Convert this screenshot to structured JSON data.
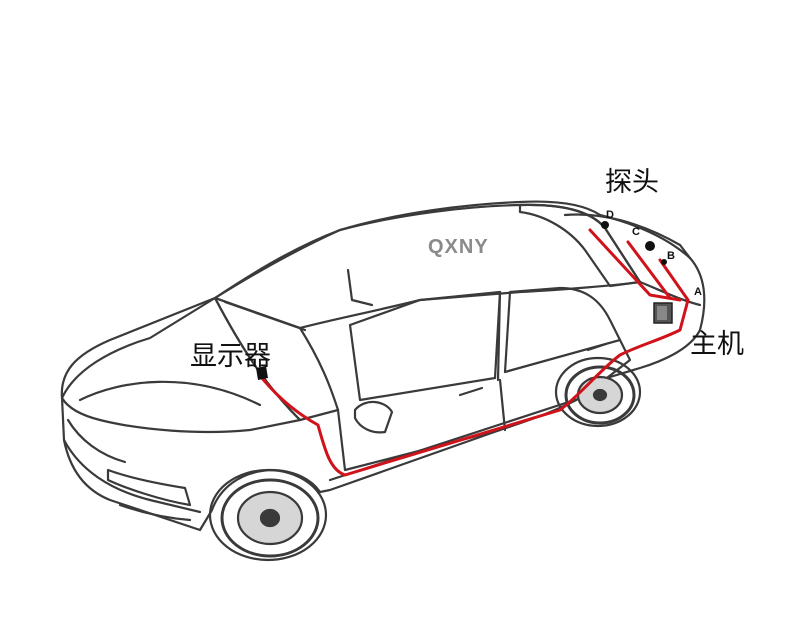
{
  "labels": {
    "probe": "探头",
    "host": "主机",
    "display": "显示器",
    "brand": "QXNY"
  },
  "sensors": [
    "D",
    "C",
    "B",
    "A"
  ],
  "colors": {
    "wire": "#d0121a",
    "outline": "#3a3a3a",
    "shade": "#d6d6d6",
    "brand": "#8a8a8a"
  }
}
